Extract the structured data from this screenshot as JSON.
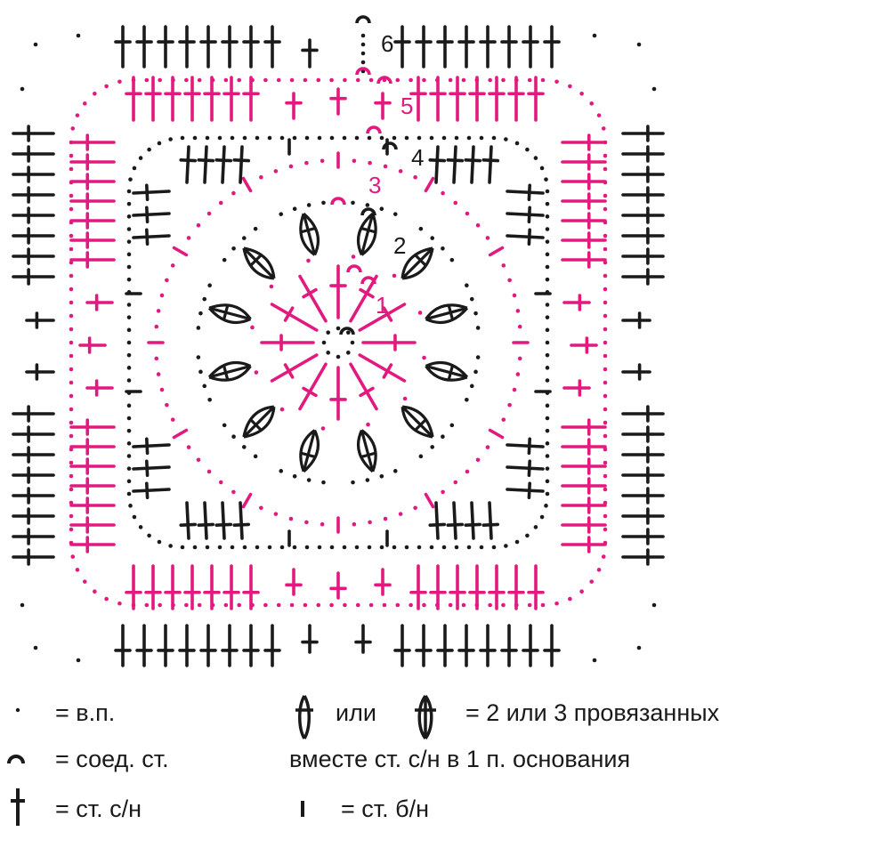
{
  "colors": {
    "black": "#1a1a1a",
    "pink": "#e2197f"
  },
  "diagram": {
    "round_labels": [
      "1",
      "2",
      "3",
      "4",
      "5",
      "6"
    ],
    "round_colors": [
      "pink",
      "black",
      "pink",
      "black",
      "pink",
      "black"
    ]
  },
  "legend": {
    "chain": {
      "symbol": "chain-dot-icon",
      "text": "= в.п."
    },
    "slip": {
      "symbol": "slip-stitch-arc-icon",
      "text": "= соед. ст."
    },
    "dc": {
      "symbol": "double-crochet-icon",
      "text": "= ст. с/н"
    },
    "cluster": {
      "symbols": [
        "cluster-2-icon",
        "cluster-3-icon"
      ],
      "or": "или",
      "text": "= 2 или 3 провязанных",
      "text2": "вместе ст. с/н в 1 п. основания"
    },
    "sc": {
      "symbol": "single-crochet-icon",
      "text": "= ст. б/н"
    }
  }
}
